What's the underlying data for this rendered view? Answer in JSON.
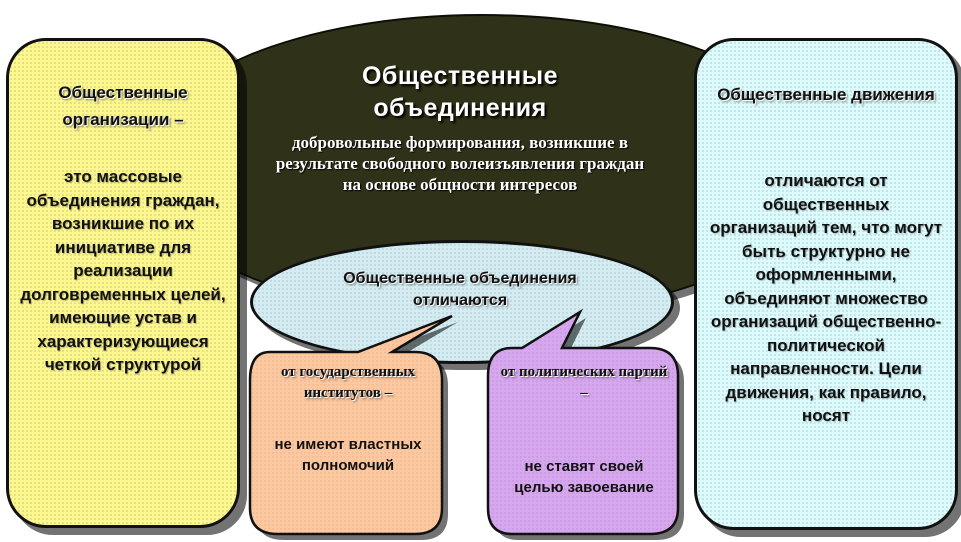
{
  "center": {
    "title": "Общественные объединения",
    "definition": "добровольные формирования, возникшие в результате свободного волеизъявления граждан на основе общности интересов"
  },
  "left_panel": {
    "heading": "Общественные организации –",
    "text": "это массовые объединения граждан, возникшие по их инициативе для реализации долговременных целей, имеющие устав и характеризующиеся четкой структурой"
  },
  "right_panel": {
    "heading": "Общественные движения",
    "text": "отличаются от общественных организаций тем, что могут быть структурно не оформленными, объединяют множество организаций общественно-политической направленности. Цели движения, как правило, носят"
  },
  "oval": {
    "text": "Общественные объединения отличаются"
  },
  "callout_state": {
    "heading": "от государственных институтов –",
    "text": "не имеют властных полномочий"
  },
  "callout_parties": {
    "heading": "от политических партий –",
    "text": "не ставят своей целью завоевание"
  },
  "colors": {
    "dome": "#2f3118",
    "left_panel": "#fdf78f",
    "right_panel": "#dcfbfd",
    "oval": "#d2ecf2",
    "callout_state": "#fdc8a0",
    "callout_parties": "#d6a6ee"
  }
}
